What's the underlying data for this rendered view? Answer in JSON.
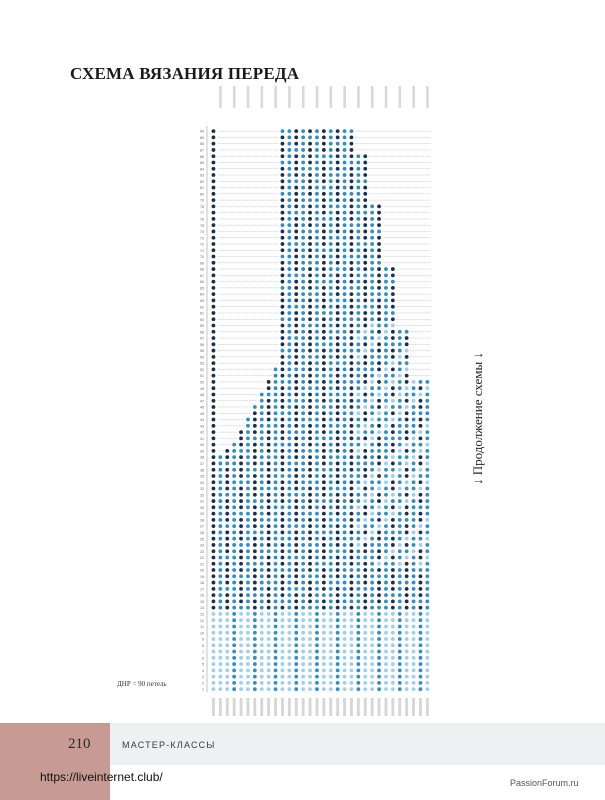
{
  "page": {
    "title": "СХЕМА ВЯЗАНИЯ ПЕРЕДА",
    "side_note": "↓ Продолжение схемы ↓",
    "legend_note": "ДНР = 90 петель",
    "page_number": "210",
    "section": "МАСТЕР-КЛАССЫ",
    "source_left": "https://liveinternet.club/",
    "source_right": "PassionForum.ru"
  },
  "chart_data": {
    "type": "table",
    "title": "СХЕМА ВЯЗАНИЯ ПЕРЕДА",
    "row_count": 90,
    "column_count": 32,
    "colors": {
      "blue": "#2f8fc4",
      "dark": "#1b2f4a",
      "light": "#9fd0ea",
      "row_num": "#666666",
      "frame": "#888888"
    }
  }
}
